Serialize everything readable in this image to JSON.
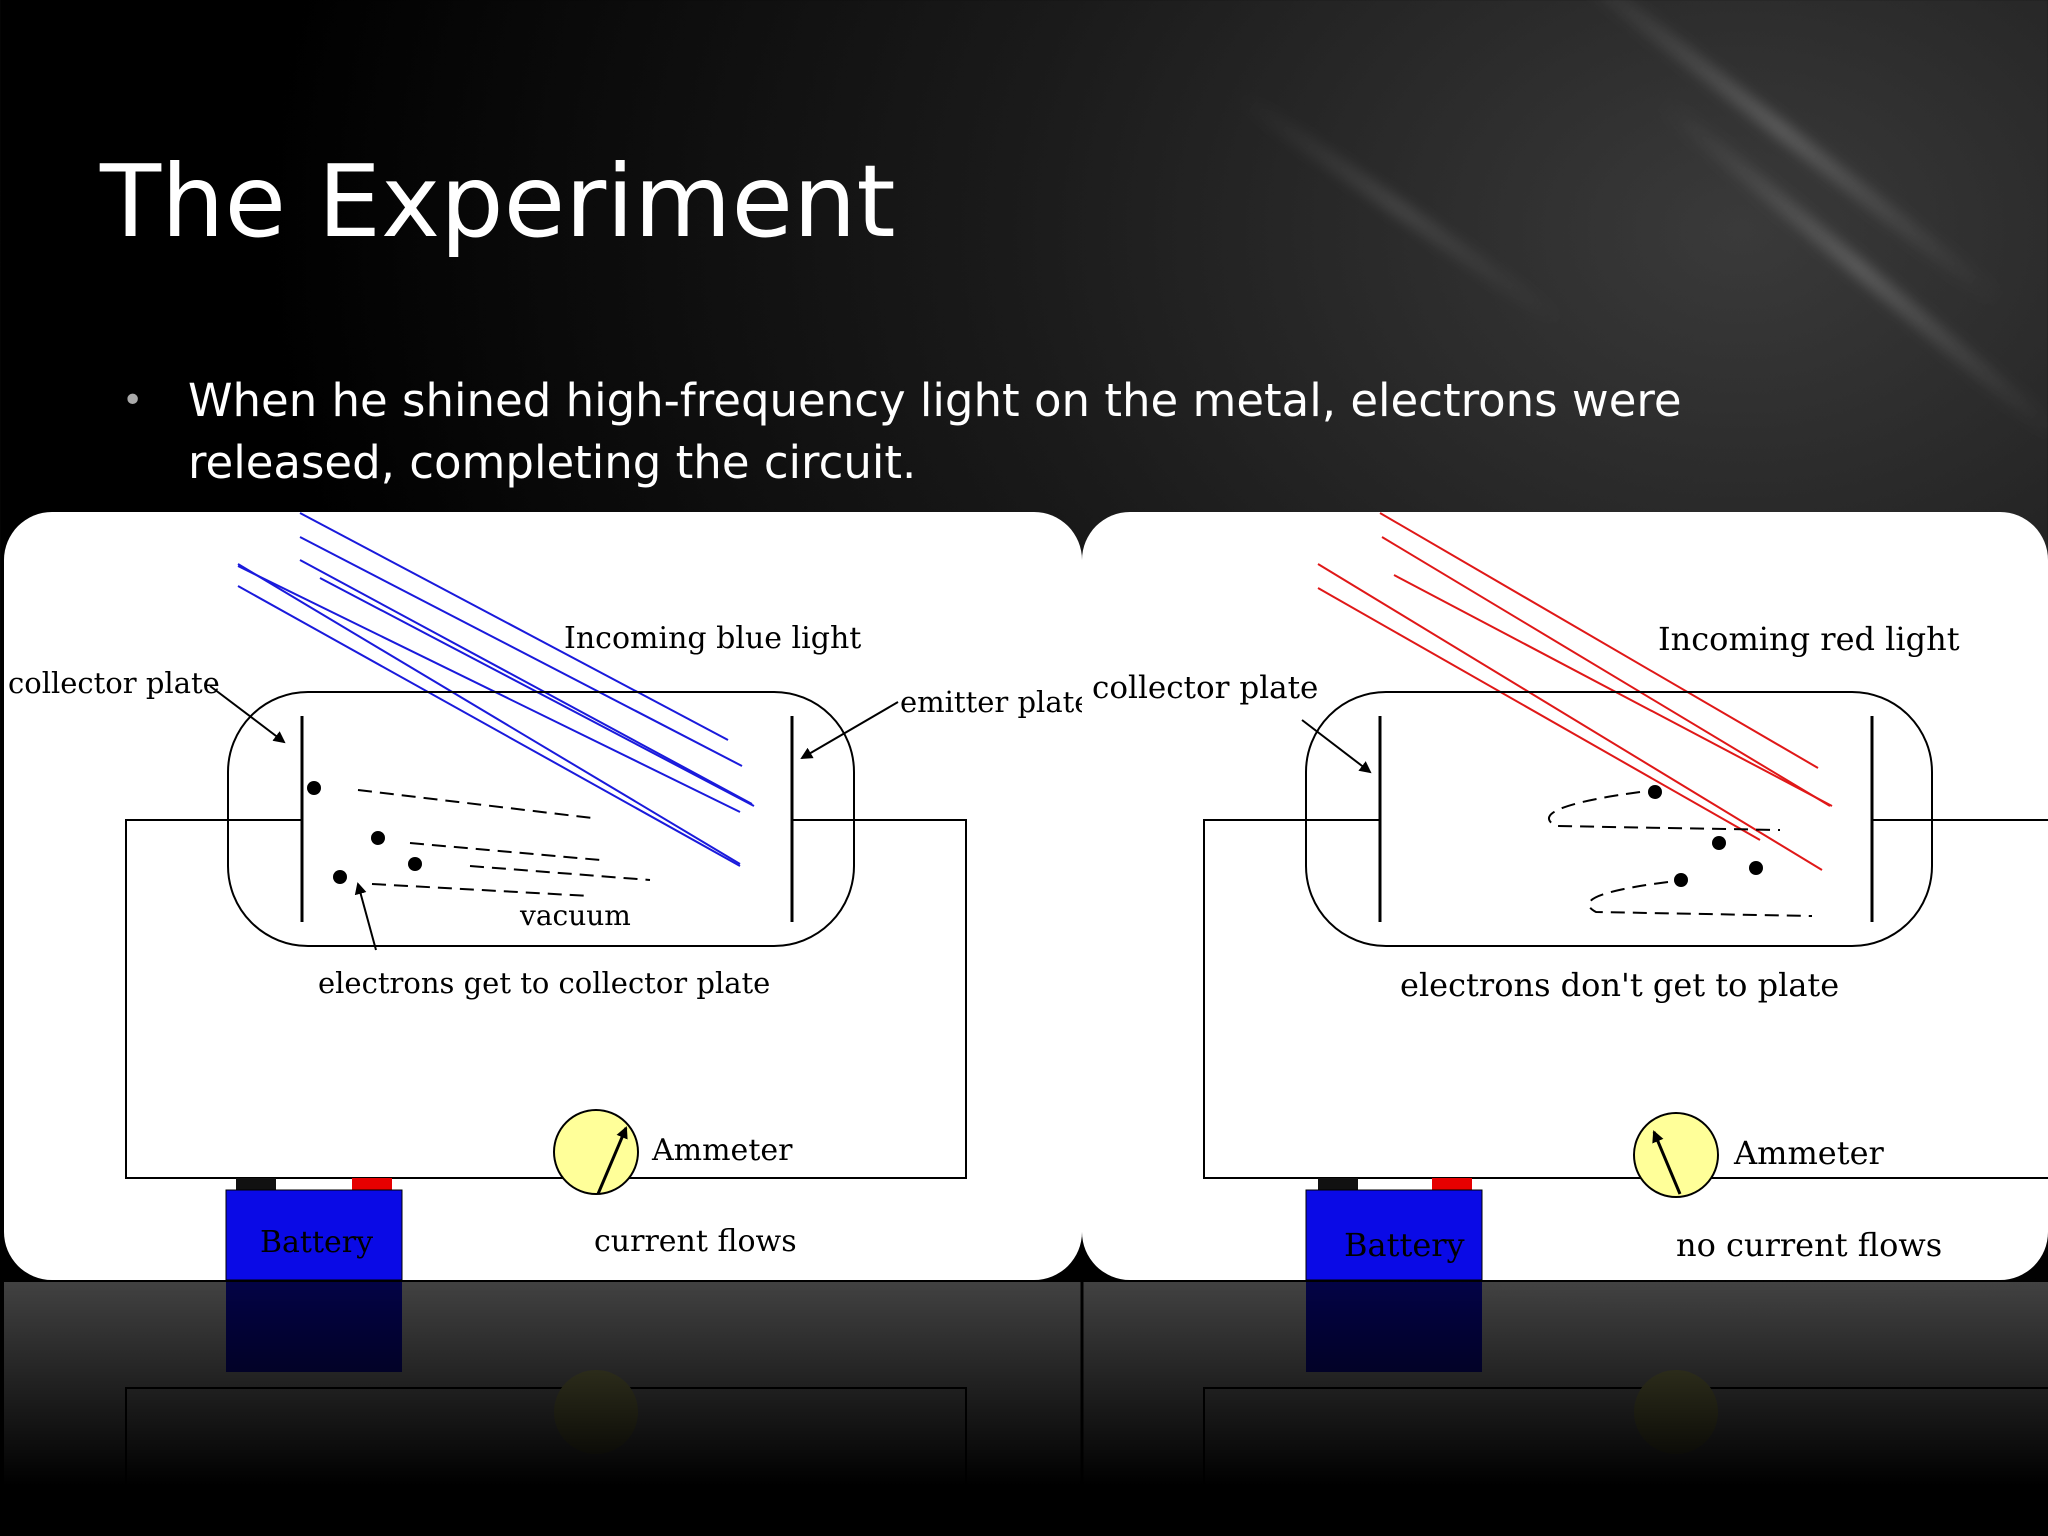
{
  "slide": {
    "title": "The Experiment",
    "bullet": "When he shined high-frequency light on the metal, electrons were released, completing the circuit."
  },
  "diagram_left": {
    "light_label": "Incoming blue light",
    "light_color": "#1a1adc",
    "collector_label": "collector plate",
    "emitter_label": "emitter plate",
    "vacuum_label": "vacuum",
    "electrons_label": "electrons get to collector plate",
    "ammeter_label": "Ammeter",
    "battery_label": "Battery",
    "current_label": "current flows"
  },
  "diagram_right": {
    "light_label": "Incoming red light",
    "light_color": "#e01818",
    "collector_label": "collector plate",
    "electrons_label": "electrons don't get to plate",
    "ammeter_label": "Ammeter",
    "battery_label": "Battery",
    "current_label": "no current flows"
  },
  "colors": {
    "battery": "#0a0ae6",
    "battery_neg_terminal": "#111111",
    "battery_pos_terminal": "#e60000",
    "ammeter": "#ffff99"
  }
}
